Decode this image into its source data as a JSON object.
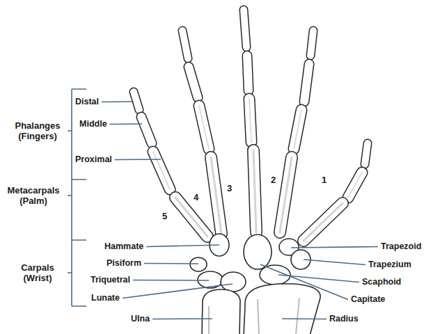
{
  "diagram": {
    "labels": [
      "Distal",
      "Middle",
      "Proximal",
      "Phalanges (Fingers)",
      "Metacarpals (Palm)",
      "Carpals (Wrist)",
      "Hammate",
      "Pisiform",
      "Triquetral",
      "Lunate",
      "Ulna",
      "Radius",
      "Trapezoid",
      "Trapezium",
      "Scaphoid",
      "Capitate",
      "1",
      "2",
      "3",
      "4",
      "5"
    ]
  }
}
